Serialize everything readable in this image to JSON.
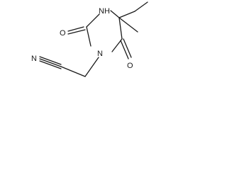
{
  "atoms": {
    "nitrile_n": "N",
    "ring_n3": "N",
    "ring_nh": "NH",
    "c2_oxygen": "O",
    "c4_oxygen": "O"
  }
}
